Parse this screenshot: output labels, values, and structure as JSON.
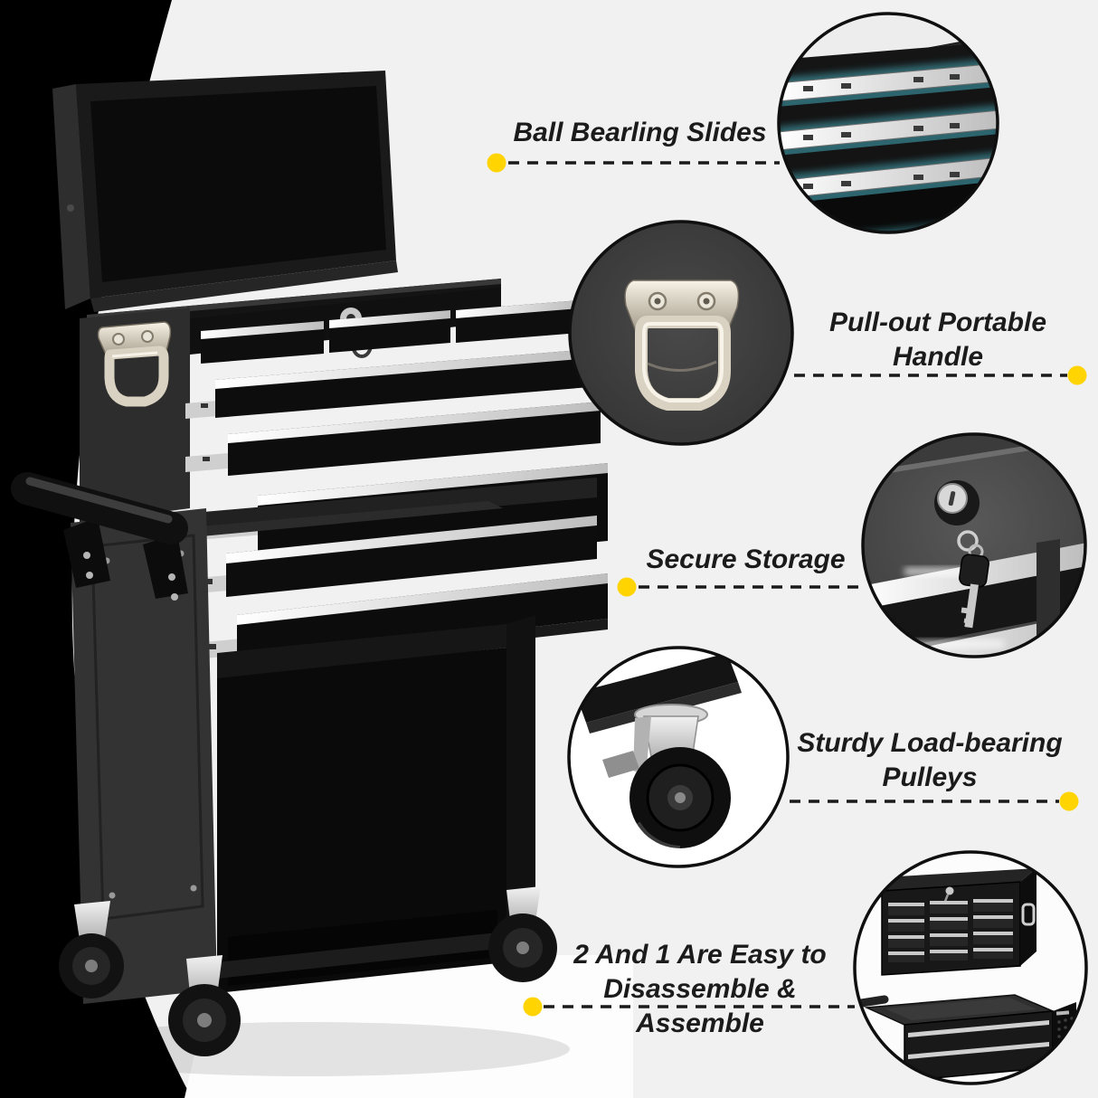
{
  "colors": {
    "background": "#f1f1f1",
    "accent_dot": "#ffd400",
    "leader_line": "#1a1a1a",
    "slide_glow": "#55d3e6",
    "product_black": "#111111",
    "metal_silver": "#d9d9d9"
  },
  "callouts": [
    {
      "id": "ball-bearing-slides",
      "lines": [
        "Ball Bearling Slides"
      ]
    },
    {
      "id": "pull-out-handle",
      "lines": [
        "Pull-out Portable",
        "Handle"
      ]
    },
    {
      "id": "secure-storage",
      "lines": [
        "Secure Storage"
      ]
    },
    {
      "id": "load-bearing-pulleys",
      "lines": [
        "Sturdy Load-bearing",
        "Pulleys"
      ]
    },
    {
      "id": "easy-assembly",
      "lines": [
        "2 And 1 Are Easy to",
        "Disassemble & Assemble"
      ]
    }
  ]
}
